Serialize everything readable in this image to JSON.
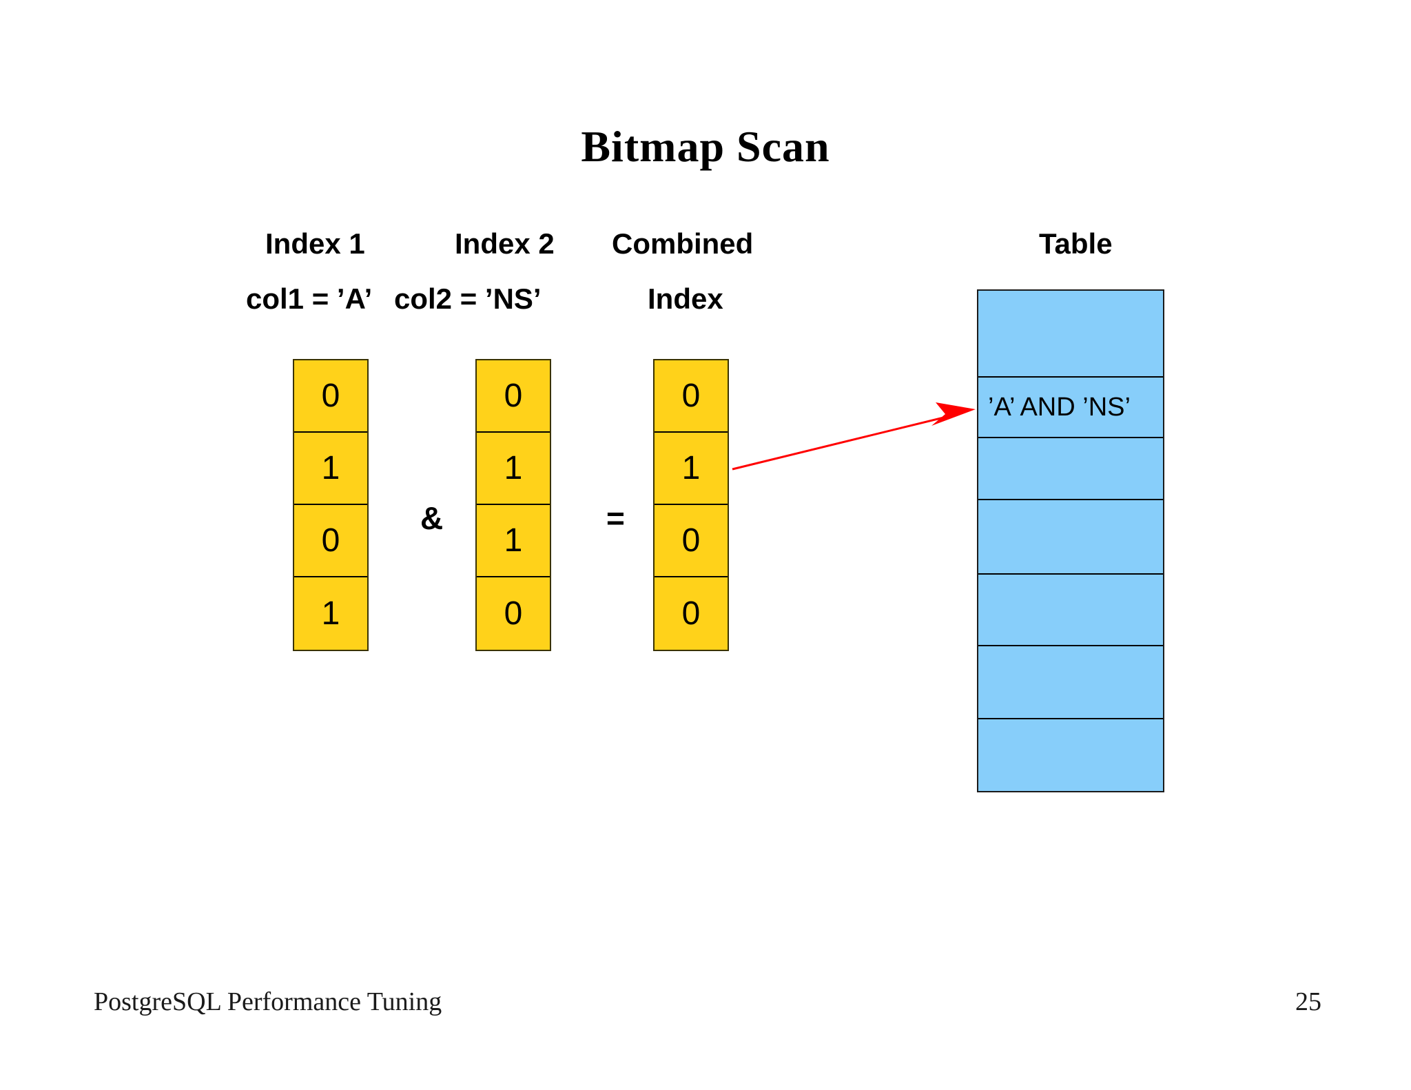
{
  "slide": {
    "title": "Bitmap Scan",
    "page_number": "25",
    "footer": "PostgreSQL Performance Tuning",
    "background_color": "#ffffff"
  },
  "headings": {
    "index1": "Index 1",
    "index2": "Index 2",
    "combined": "Combined",
    "table": "Table",
    "index1_condition": "col1 = ’A’",
    "index2_condition": "col2 = ’NS’",
    "combined_second_line": "Index"
  },
  "operators": {
    "and": "&",
    "equals": "="
  },
  "colors": {
    "bitmap_fill": "#ffd21a",
    "bitmap_border": "#000000",
    "table_fill": "#87cefa",
    "table_border": "#000000",
    "arrow": "#ff0000",
    "text": "#000000"
  },
  "bitmaps": [
    {
      "name": "index-1",
      "bits": [
        "0",
        "1",
        "0",
        "1"
      ]
    },
    {
      "name": "index-2",
      "bits": [
        "0",
        "1",
        "1",
        "0"
      ]
    },
    {
      "name": "combined-index",
      "bits": [
        "0",
        "1",
        "0",
        "0"
      ]
    }
  ],
  "heap_table": {
    "row_count": 7,
    "rows": [
      "",
      "’A’ AND ’NS’",
      "",
      "",
      "",
      "",
      ""
    ],
    "highlighted_row_index": 1
  },
  "arrow": {
    "name": "bitmap-to-row-arrow",
    "from_x": 1063,
    "from_y": 681,
    "to_x": 1416,
    "to_y": 594,
    "color": "#ff0000"
  },
  "chart_data": {
    "type": "table",
    "title": "Bitmap Scan",
    "categories": [
      "Index 1 (col1 = 'A')",
      "Index 2 (col2 = 'NS')",
      "Combined Index"
    ],
    "series": [
      {
        "name": "Index 1 (col1 = 'A')",
        "values": [
          0,
          1,
          0,
          1
        ]
      },
      {
        "name": "Index 2 (col2 = 'NS')",
        "values": [
          0,
          1,
          1,
          0
        ]
      },
      {
        "name": "Combined Index",
        "values": [
          0,
          1,
          0,
          0
        ]
      }
    ],
    "operation": "Index 1 & Index 2 = Combined Index",
    "annotations": [
      "'A' AND 'NS' matches heap row 2"
    ]
  }
}
